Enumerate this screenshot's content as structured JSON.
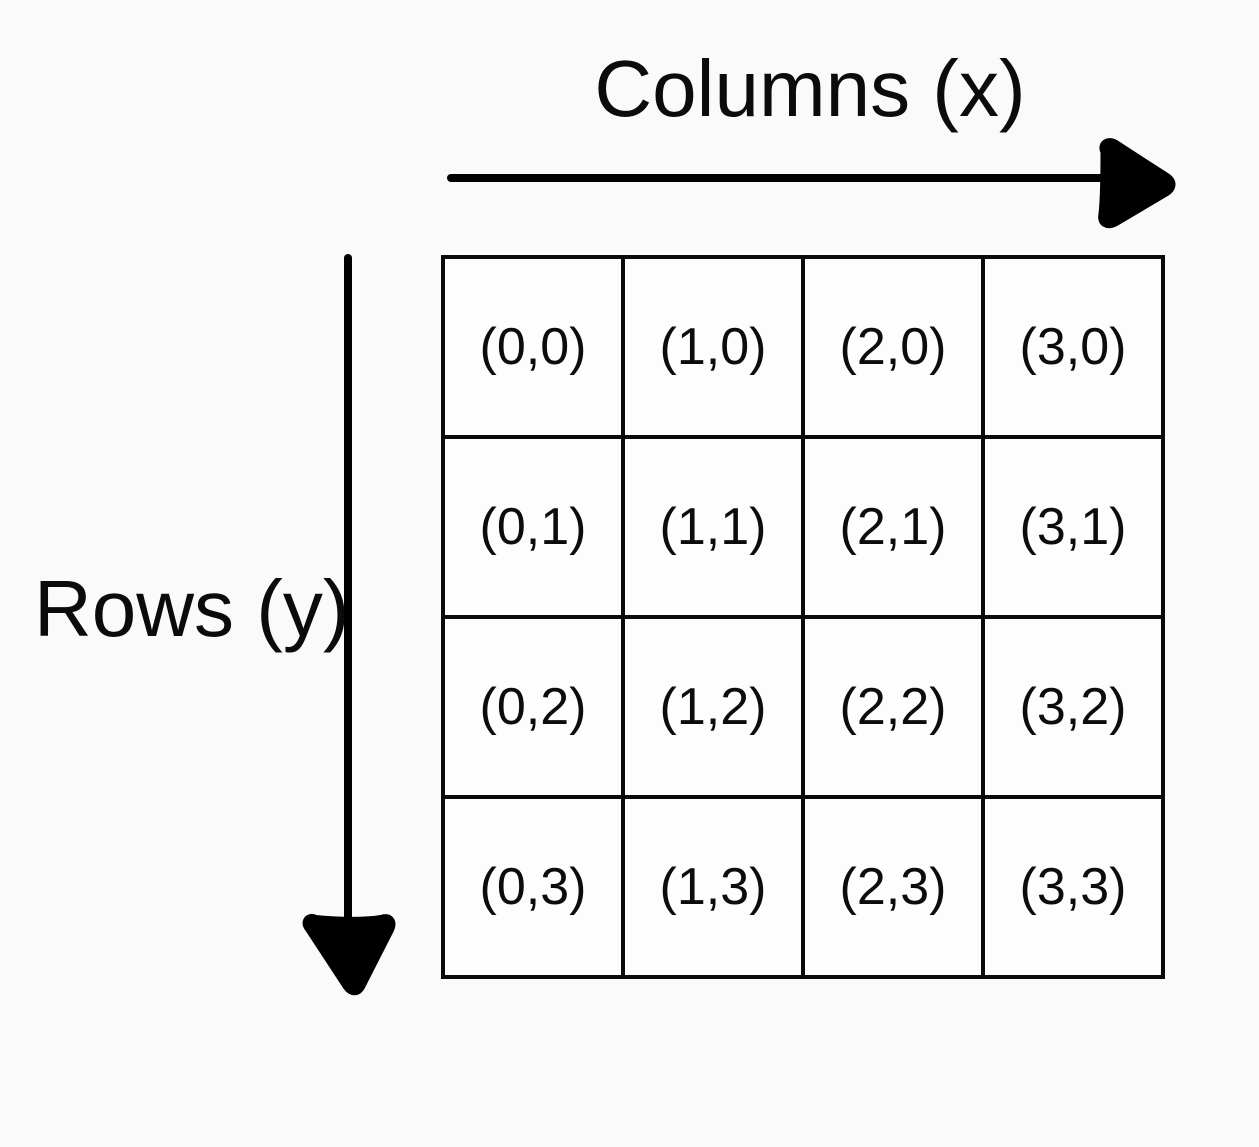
{
  "labels": {
    "columns_axis": "Columns (x)",
    "rows_axis": "Rows (y)"
  },
  "colors": {
    "background": "#fafafb",
    "cell_background": "#fdfdfe",
    "line": "#0a0a0a",
    "text": "#0b0b0b"
  },
  "grid": {
    "rows": 4,
    "cols": 4,
    "cells": [
      [
        "(0,0)",
        "(1,0)",
        "(2,0)",
        "(3,0)"
      ],
      [
        "(0,1)",
        "(1,1)",
        "(2,1)",
        "(3,1)"
      ],
      [
        "(0,2)",
        "(1,2)",
        "(2,2)",
        "(3,2)"
      ],
      [
        "(0,3)",
        "(1,3)",
        "(2,3)",
        "(3,3)"
      ]
    ]
  }
}
